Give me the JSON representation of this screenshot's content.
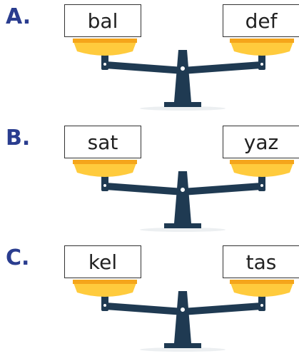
{
  "colors": {
    "letter": "#2a3d8f",
    "beam": "#1f3a52",
    "pan_top": "#f5a51b",
    "pan_bottom": "#ffcb3d",
    "shadow": "#eceff1"
  },
  "rows": [
    {
      "letter": "A.",
      "left_word": "bal",
      "right_word": "def"
    },
    {
      "letter": "B.",
      "left_word": "sat",
      "right_word": "yaz"
    },
    {
      "letter": "C.",
      "left_word": "kel",
      "right_word": "tas"
    }
  ]
}
